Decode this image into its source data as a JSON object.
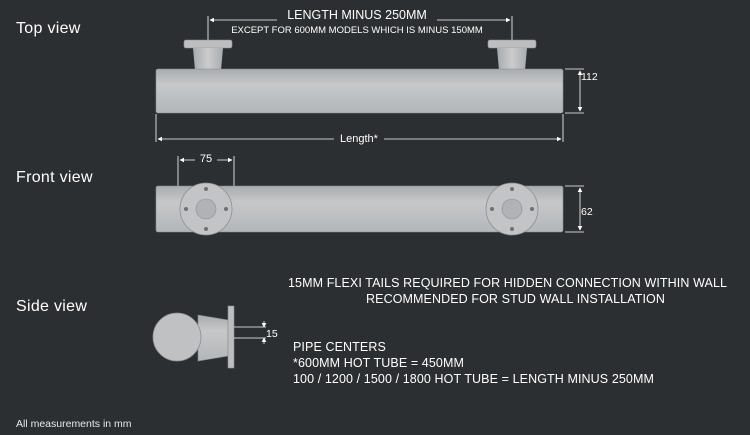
{
  "views": {
    "top": "Top view",
    "front": "Front view",
    "side": "Side view"
  },
  "dimensions": {
    "length_minus": "LENGTH MINUS 250MM",
    "except_note": "EXCEPT FOR 600MM MODELS WHICH IS MINUS 150MM",
    "length": "Length*",
    "height_top": "112",
    "flange_spacing": "75",
    "height_front": "62",
    "side_pipe": "15"
  },
  "notes": {
    "flexi_line1": "15MM FLEXI TAILS REQUIRED FOR HIDDEN CONNECTION WITHIN WALL",
    "flexi_line2": "RECOMMENDED FOR STUD WALL INSTALLATION",
    "pipe_title": "PIPE CENTERS",
    "pipe_line1": "*600MM HOT TUBE = 450MM",
    "pipe_line2": "100 / 1200 / 1500 / 1800 HOT TUBE = LENGTH MINUS 250MM"
  },
  "footer": "All measurements in mm",
  "colors": {
    "background": "#2c2f31",
    "tube": "#bdbfc1",
    "tube_edge": "#8a8d90",
    "line": "#ffffff"
  }
}
